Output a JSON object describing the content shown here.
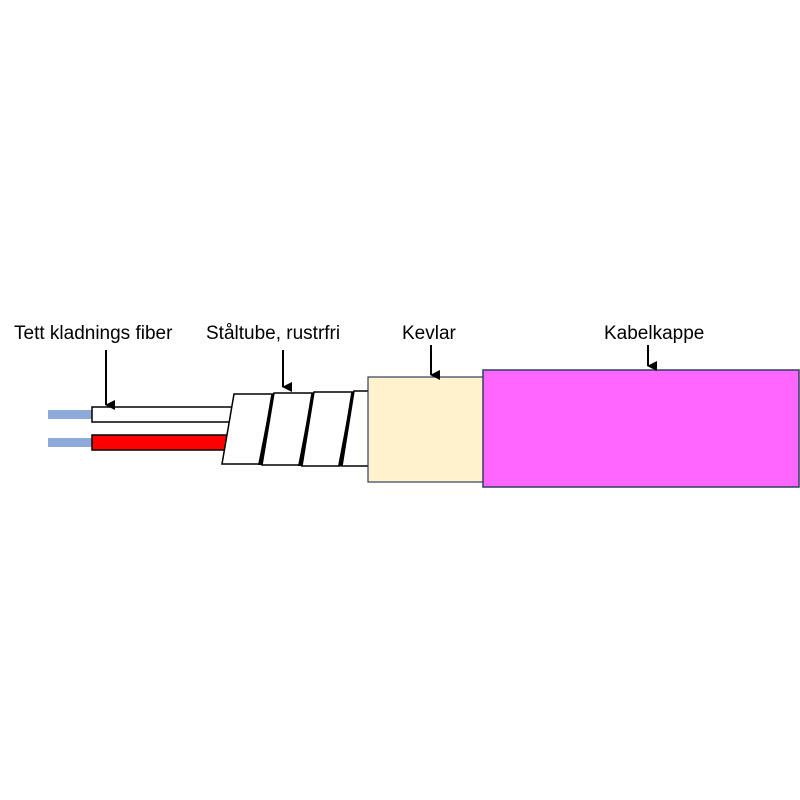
{
  "labels": {
    "fiber": "Tett kladnings fiber",
    "steel_tube": "Ståltube, rustrfri",
    "kevlar": "Kevlar",
    "jacket": "Kabelkappe"
  },
  "colors": {
    "fiber_core": "#8eaadb",
    "fiber_white": "#ffffff",
    "fiber_red": "#ff0000",
    "steel_tube": "#ffffff",
    "kevlar": "#fff2cc",
    "jacket": "#ff66ff",
    "outline": "#000000",
    "jacket_outline": "#2f3e5c"
  }
}
